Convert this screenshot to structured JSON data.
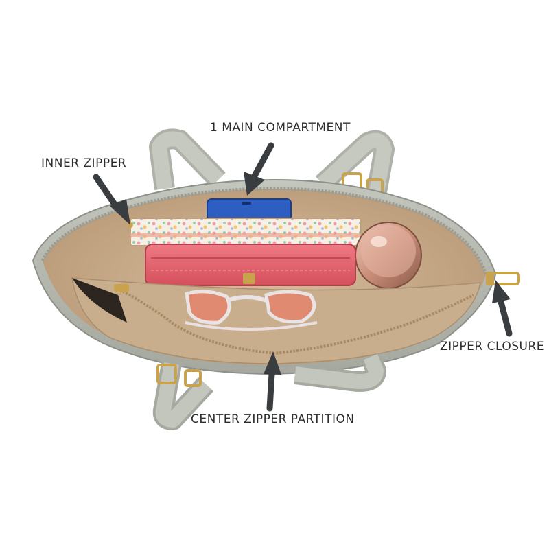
{
  "image": {
    "background": "#ffffff",
    "accent_colors": {
      "bag_exterior": "#b7bab0",
      "bag_lining": "#c8ad8b",
      "wallet": "#e4616c",
      "phone": "#2d5ec2",
      "flask": "#d9a892",
      "zipper_gold": "#c8a24c",
      "arrow": "#3a3d40"
    }
  },
  "callouts": {
    "main_compartment": "1 MAIN COMPARTMENT",
    "inner_zipper": "INNER ZIPPER",
    "zipper_closure": "ZIPPER CLOSURE",
    "center_zipper_partition": "CENTER ZIPPER PARTITION"
  }
}
